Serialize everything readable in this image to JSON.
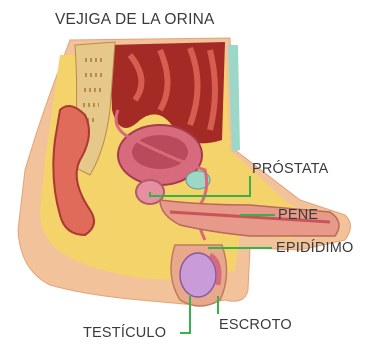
{
  "diagram": {
    "title": "VEJIGA DE LA ORINA",
    "labels": {
      "prostate": "PRÓSTATA",
      "penis": "PENE",
      "epididymis": "EPIDÍDIMO",
      "testicle": "TESTÍCULO",
      "scrotum": "ESCROTO"
    },
    "colors": {
      "leader_line": "#36b24a",
      "skin": "#f2c29a",
      "fat": "#f5d36b",
      "muscle": "#c2433a",
      "bladder": "#d86a7d",
      "bone": "#e6c98a",
      "testicle": "#c99bd8"
    }
  }
}
